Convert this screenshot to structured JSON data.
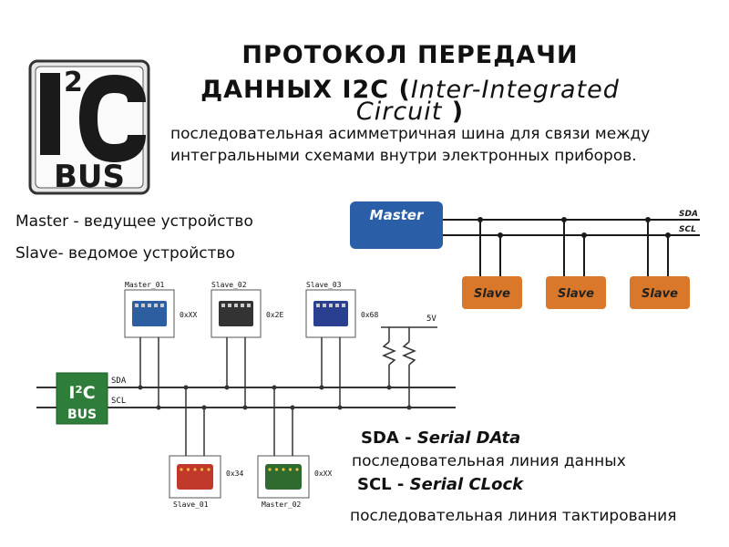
{
  "title": {
    "line1": "ПРОТОКОЛ ПЕРЕДАЧИ",
    "line2_bold": "ДАННЫХ I2C (",
    "line2_italic": "Inter-Integrated",
    "line3_italic": "Circuit",
    "line3_bold": " )"
  },
  "description": "последовательная асимметричная шина для связи между интегральными схемами внутри электронных приборов.",
  "definitions": {
    "master": "Master - ведущее устройство",
    "slave": "Slave- ведомое устройство"
  },
  "logo": {
    "main": "I2C",
    "sup": "2",
    "bus": "BUS"
  },
  "top_diagram": {
    "master": "Master",
    "slaves": [
      "Slave",
      "Slave",
      "Slave"
    ],
    "sda": "SDA",
    "scl": "SCL"
  },
  "bottom_diagram": {
    "devices_top": [
      {
        "name": "Master_01",
        "addr": "0xXX"
      },
      {
        "name": "Slave_02",
        "addr": "0x2E"
      },
      {
        "name": "Slave_03",
        "addr": "0x68"
      }
    ],
    "devices_bottom": [
      {
        "name": "Slave_01",
        "addr": "0x34"
      },
      {
        "name": "Master_02",
        "addr": "0xXX"
      }
    ],
    "sda": "SDA",
    "scl": "SCL",
    "voltage": "5V",
    "logo_i2c": "I²C",
    "logo_bus": "BUS"
  },
  "legend": {
    "sda_bold": "SDA - ",
    "sda_italic": "Serial DAta",
    "sda_desc": "последовательная линия данных",
    "scl_bold": "SCL - ",
    "scl_italic": "Serial CLock",
    "scl_desc": "последовательная линия тактирования"
  },
  "colors": {
    "master_blue": "#2a5fa8",
    "slave_orange": "#d9782b",
    "logo_green": "#2e7d3a",
    "line": "#1a1a1a"
  }
}
